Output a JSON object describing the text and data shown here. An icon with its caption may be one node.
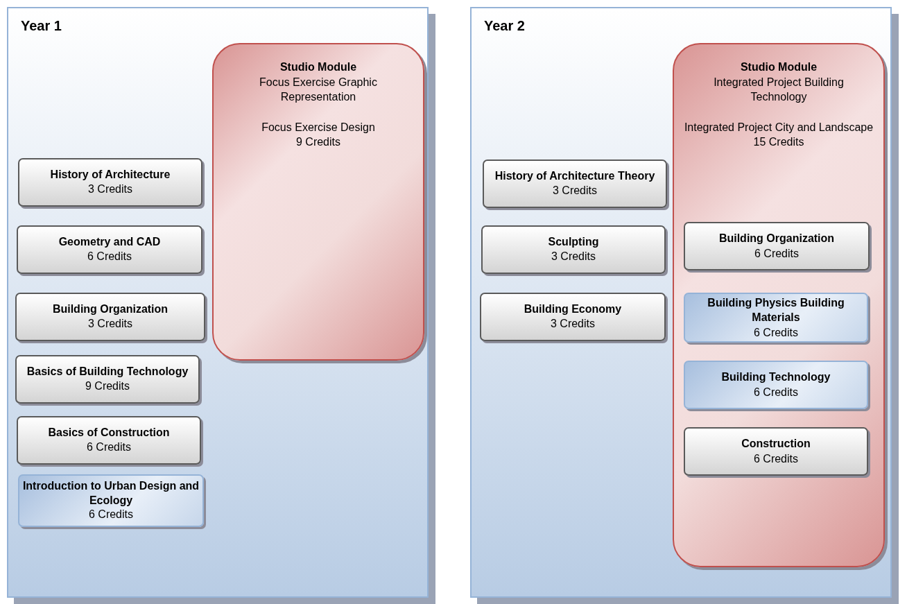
{
  "diagram": {
    "nodes": [
      {
        "text": [
          "Year 1"
        ]
      },
      {
        "text": [
          "Studio Module",
          "Focus Exercise Graphic Representation",
          "Focus Exercise Design",
          "9 Credits"
        ],
        "in": 0
      },
      {
        "text": [
          "History of Architecture",
          "3 Credits"
        ],
        "in": 0
      },
      {
        "text": [
          "Geometry and CAD",
          "6 Credits"
        ],
        "in": 0
      },
      {
        "text": [
          "Building Organization",
          "3 Credits"
        ],
        "in": 0
      },
      {
        "text": [
          "Basics of Building Technology",
          "9 Credits"
        ],
        "in": 0
      },
      {
        "text": [
          "Basics of Construction",
          "6 Credits"
        ],
        "in": 0
      },
      {
        "text": [
          "Introduction to Urban Design and Ecology",
          "6 Credits"
        ],
        "in": 0
      },
      {
        "text": [
          "Year 2"
        ]
      },
      {
        "text": [
          "History of Architecture Theory",
          "3 Credits"
        ],
        "in": 8
      },
      {
        "text": [
          "Sculpting",
          "3 Credits"
        ],
        "in": 8
      },
      {
        "text": [
          "Building Economy",
          "3 Credits"
        ],
        "in": 8
      },
      {
        "text": [
          "Studio Module",
          "Integrated Project Building Technology",
          "Integrated Project City and Landscape",
          "15 Credits"
        ],
        "in": 8
      },
      {
        "text": [
          "Building Organization",
          "6 Credits"
        ],
        "in": 12
      },
      {
        "text": [
          "Building Physics Building Materials",
          "6 Credits"
        ],
        "in": 12
      },
      {
        "text": [
          "Building Technology",
          "6 Credits"
        ],
        "in": 12
      },
      {
        "text": [
          "Construction",
          "6 Credits"
        ],
        "in": 12
      }
    ]
  }
}
